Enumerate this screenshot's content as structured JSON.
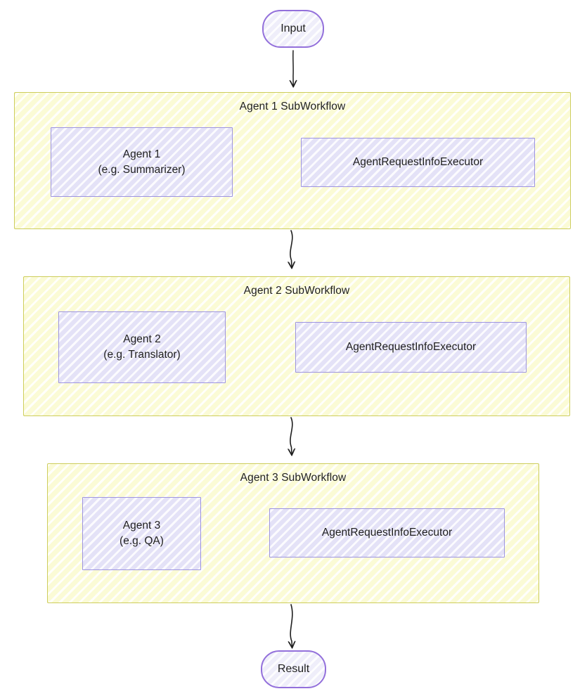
{
  "diagram": {
    "type": "flowchart",
    "direction": "top-to-bottom",
    "style": "hand-drawn",
    "colors": {
      "subgraph_fill": "#fbfbd6",
      "subgraph_stroke": "#cdcd5c",
      "node_fill": "#e4e2f7",
      "node_stroke": "#9d94e0",
      "terminator_stroke": "#9370db",
      "edge_stroke": "#1f1f1f",
      "text": "#1f1f1f"
    }
  },
  "start_node": {
    "label": "Input",
    "shape": "stadium"
  },
  "end_node": {
    "label": "Result",
    "shape": "stadium"
  },
  "subgraphs": [
    {
      "title": "Agent 1 SubWorkflow",
      "agent": {
        "line1": "Agent 1",
        "line2": "(e.g. Summarizer)"
      },
      "executor": {
        "label": "AgentRequestInfoExecutor"
      }
    },
    {
      "title": "Agent 2 SubWorkflow",
      "agent": {
        "line1": "Agent 2",
        "line2": "(e.g. Translator)"
      },
      "executor": {
        "label": "AgentRequestInfoExecutor"
      }
    },
    {
      "title": "Agent 3 SubWorkflow",
      "agent": {
        "line1": "Agent 3",
        "line2": "(e.g. QA)"
      },
      "executor": {
        "label": "AgentRequestInfoExecutor"
      }
    }
  ]
}
